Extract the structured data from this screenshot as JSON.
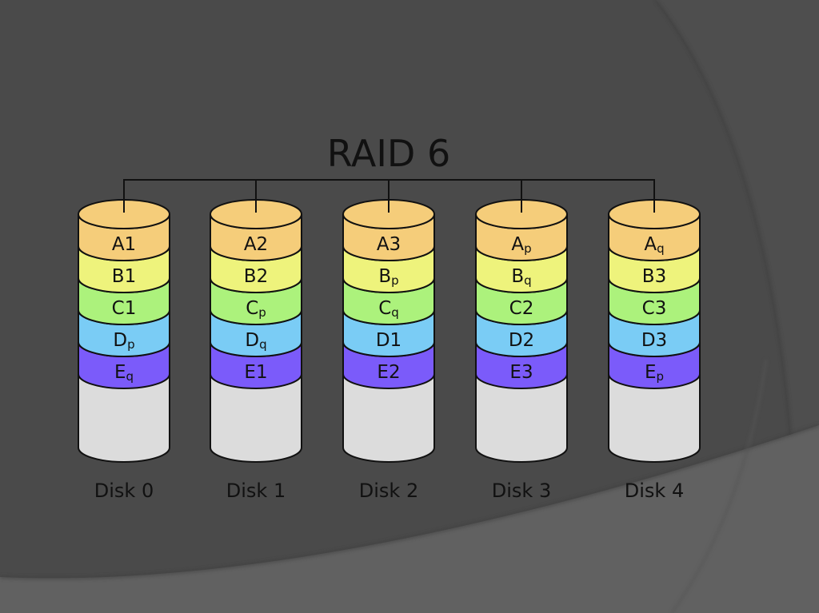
{
  "slide": {
    "background_color": "#4a4a4a",
    "lower_band_color": "#616161"
  },
  "diagram": {
    "title": "RAID 6",
    "stripe_colors": {
      "A": "#f5cd7a",
      "B": "#eef37c",
      "C": "#acf27c",
      "D": "#7accf5",
      "E": "#7b5bfa",
      "empty": "#dcdcdc"
    },
    "disks": [
      {
        "label": "Disk 0",
        "blocks": [
          {
            "row": "A",
            "main": "A",
            "sub": "1"
          },
          {
            "row": "B",
            "main": "B",
            "sub": "1"
          },
          {
            "row": "C",
            "main": "C",
            "sub": "1"
          },
          {
            "row": "D",
            "main": "D",
            "sub": "p"
          },
          {
            "row": "E",
            "main": "E",
            "sub": "q"
          }
        ]
      },
      {
        "label": "Disk 1",
        "blocks": [
          {
            "row": "A",
            "main": "A",
            "sub": "2"
          },
          {
            "row": "B",
            "main": "B",
            "sub": "2"
          },
          {
            "row": "C",
            "main": "C",
            "sub": "p"
          },
          {
            "row": "D",
            "main": "D",
            "sub": "q"
          },
          {
            "row": "E",
            "main": "E",
            "sub": "1"
          }
        ]
      },
      {
        "label": "Disk 2",
        "blocks": [
          {
            "row": "A",
            "main": "A",
            "sub": "3"
          },
          {
            "row": "B",
            "main": "B",
            "sub": "p"
          },
          {
            "row": "C",
            "main": "C",
            "sub": "q"
          },
          {
            "row": "D",
            "main": "D",
            "sub": "1"
          },
          {
            "row": "E",
            "main": "E",
            "sub": "2"
          }
        ]
      },
      {
        "label": "Disk 3",
        "blocks": [
          {
            "row": "A",
            "main": "A",
            "sub": "p"
          },
          {
            "row": "B",
            "main": "B",
            "sub": "q"
          },
          {
            "row": "C",
            "main": "C",
            "sub": "2"
          },
          {
            "row": "D",
            "main": "D",
            "sub": "2"
          },
          {
            "row": "E",
            "main": "E",
            "sub": "3"
          }
        ]
      },
      {
        "label": "Disk 4",
        "blocks": [
          {
            "row": "A",
            "main": "A",
            "sub": "q"
          },
          {
            "row": "B",
            "main": "B",
            "sub": "3"
          },
          {
            "row": "C",
            "main": "C",
            "sub": "3"
          },
          {
            "row": "D",
            "main": "D",
            "sub": "3"
          },
          {
            "row": "E",
            "main": "E",
            "sub": "p"
          }
        ]
      }
    ]
  }
}
